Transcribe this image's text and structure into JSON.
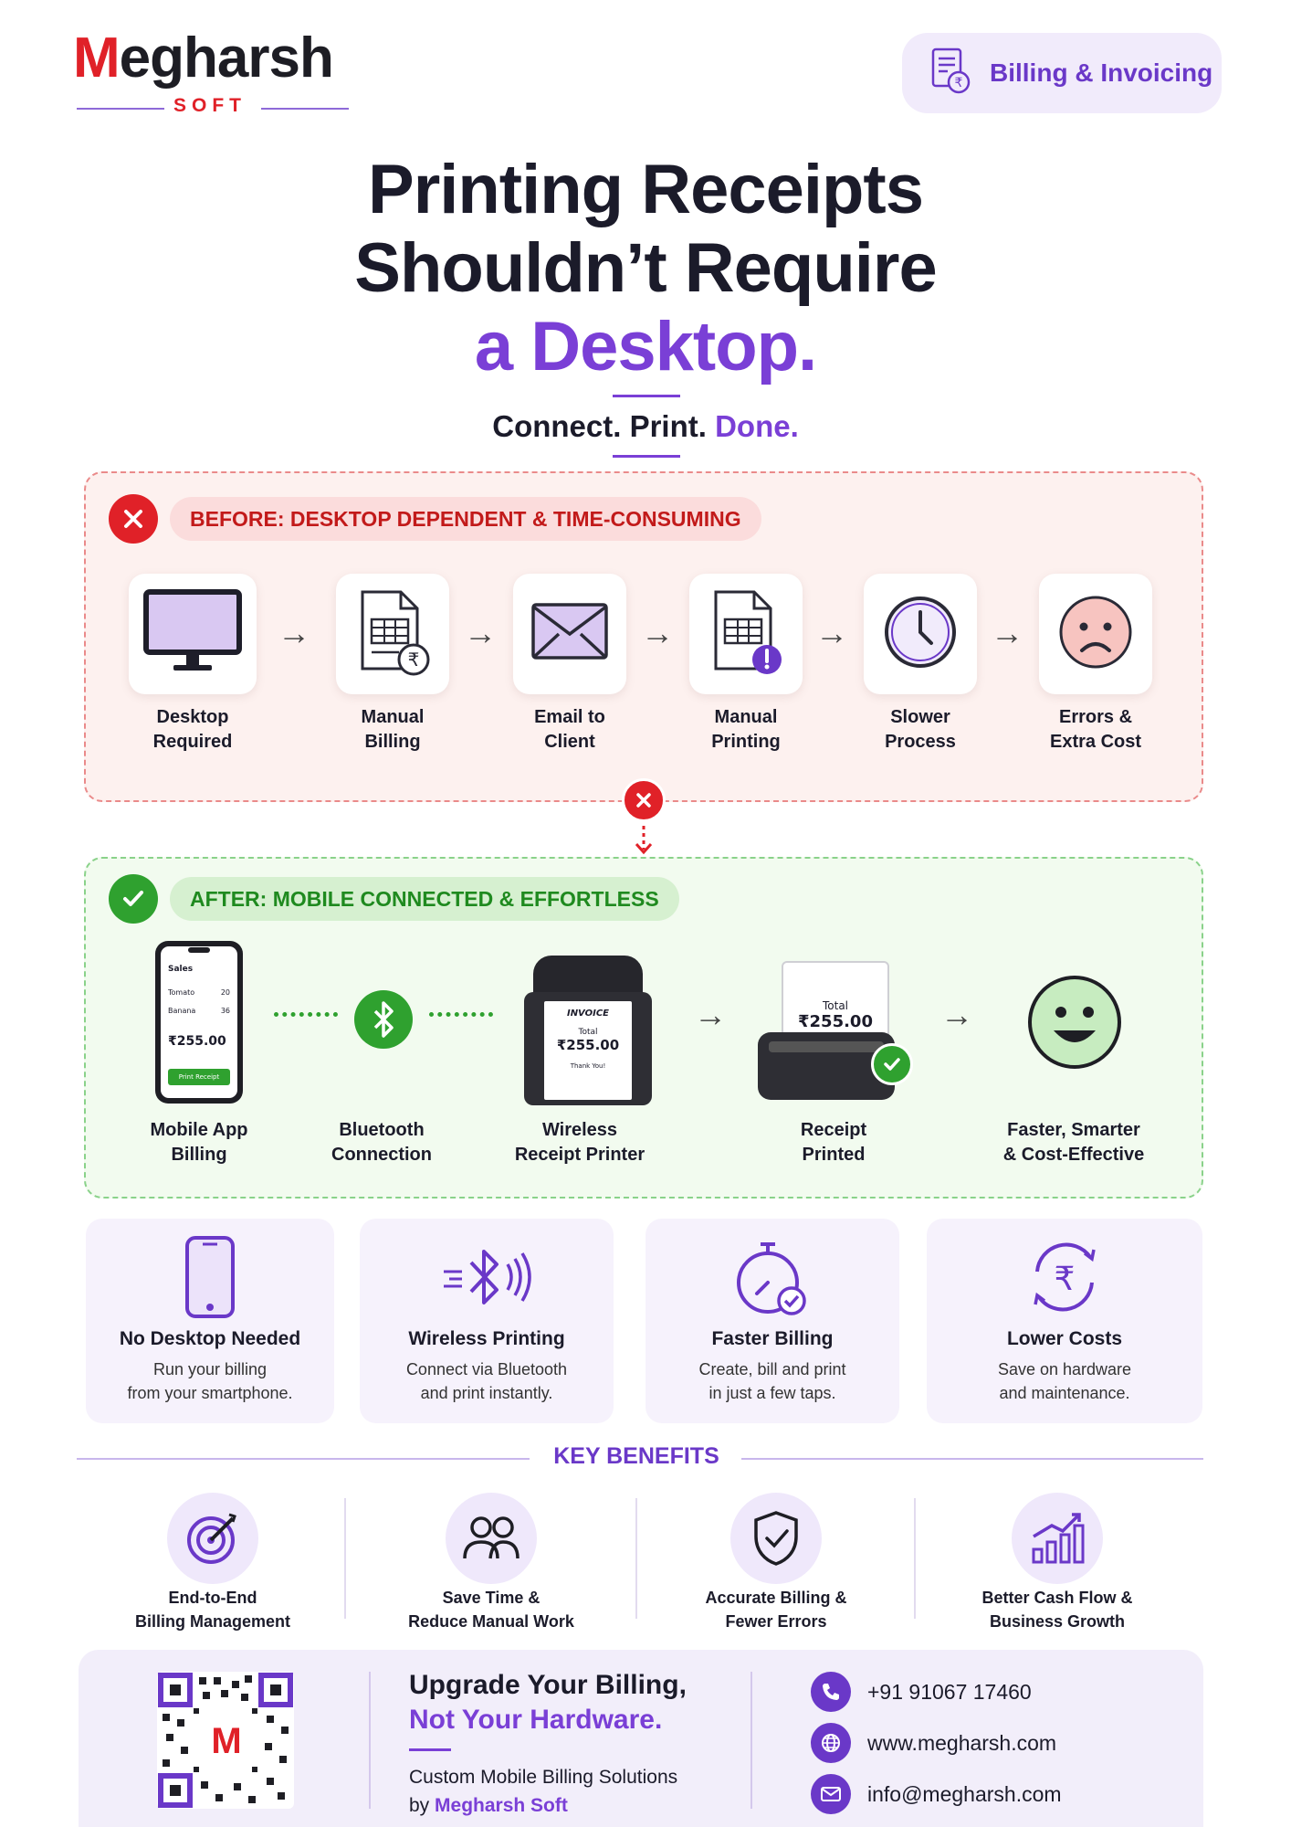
{
  "brand": {
    "name": "Megharsh",
    "initial": "M",
    "rest": "egharsh",
    "tag": "SOFT",
    "qr_letter": "M"
  },
  "badge": {
    "label": "Billing & Invoicing"
  },
  "hero": {
    "line1": "Printing Receipts",
    "line2": "Shouldn’t Require",
    "line3": "a Desktop.",
    "tagline_a": "Connect. Print.",
    "tagline_b": "Done."
  },
  "before": {
    "heading": "BEFORE: DESKTOP DEPENDENT & TIME-CONSUMING",
    "steps": [
      {
        "l1": "Desktop",
        "l2": "Required",
        "icon": "monitor-icon"
      },
      {
        "l1": "Manual",
        "l2": "Billing",
        "icon": "rupee-invoice-icon"
      },
      {
        "l1": "Email to",
        "l2": "Client",
        "icon": "envelope-icon"
      },
      {
        "l1": "Manual",
        "l2": "Printing",
        "icon": "invoice-alert-icon"
      },
      {
        "l1": "Slower",
        "l2": "Process",
        "icon": "clock-icon"
      },
      {
        "l1": "Errors &",
        "l2": "Extra Cost",
        "icon": "sad-face-icon"
      }
    ]
  },
  "after": {
    "heading": "AFTER: MOBILE CONNECTED & EFFORTLESS",
    "phone": {
      "title": "Sales",
      "item1": "Tomato",
      "qty1": "20",
      "item2": "Banana",
      "qty2": "36",
      "total": "₹255.00",
      "button": "Print Receipt"
    },
    "printer": {
      "title": "INVOICE",
      "total_label": "Total",
      "total": "₹255.00",
      "thanks": "Thank You!"
    },
    "receipt": {
      "total_label": "Total",
      "total": "₹255.00"
    },
    "steps": [
      {
        "l1": "Mobile App",
        "l2": "Billing"
      },
      {
        "l1": "Bluetooth",
        "l2": "Connection"
      },
      {
        "l1": "Wireless",
        "l2": "Receipt Printer"
      },
      {
        "l1": "Receipt",
        "l2": "Printed"
      },
      {
        "l1": "Faster, Smarter",
        "l2": "& Cost-Effective"
      }
    ]
  },
  "features": [
    {
      "title": "No Desktop Needed",
      "d1": "Run your billing",
      "d2": "from your smartphone.",
      "icon": "smartphone-icon"
    },
    {
      "title": "Wireless Printing",
      "d1": "Connect via Bluetooth",
      "d2": "and print instantly.",
      "icon": "bluetooth-signal-icon"
    },
    {
      "title": "Faster Billing",
      "d1": "Create, bill and print",
      "d2": "in just a few taps.",
      "icon": "stopwatch-icon"
    },
    {
      "title": "Lower Costs",
      "d1": "Save on hardware",
      "d2": "and maintenance.",
      "icon": "rupee-cycle-icon"
    }
  ],
  "key_benefits": {
    "title": "KEY BENEFITS",
    "items": [
      {
        "l1": "End-to-End",
        "l2": "Billing Management",
        "icon": "target-icon"
      },
      {
        "l1": "Save Time &",
        "l2": "Reduce Manual Work",
        "icon": "users-icon"
      },
      {
        "l1": "Accurate Billing &",
        "l2": "Fewer Errors",
        "icon": "shield-check-icon"
      },
      {
        "l1": "Better Cash Flow &",
        "l2": "Business Growth",
        "icon": "growth-chart-icon"
      }
    ]
  },
  "footer": {
    "cta1": "Upgrade Your Billing,",
    "cta2": "Not Your Hardware.",
    "cta3a": "Custom Mobile Billing Solutions",
    "cta3b": "by",
    "cta3c": "Megharsh Soft",
    "phone": "+91 91067 17460",
    "web": "www.megharsh.com",
    "email": "info@megharsh.com"
  },
  "colors": {
    "purple": "#7a3fd6",
    "red": "#e02128",
    "green": "#2fa12f"
  }
}
